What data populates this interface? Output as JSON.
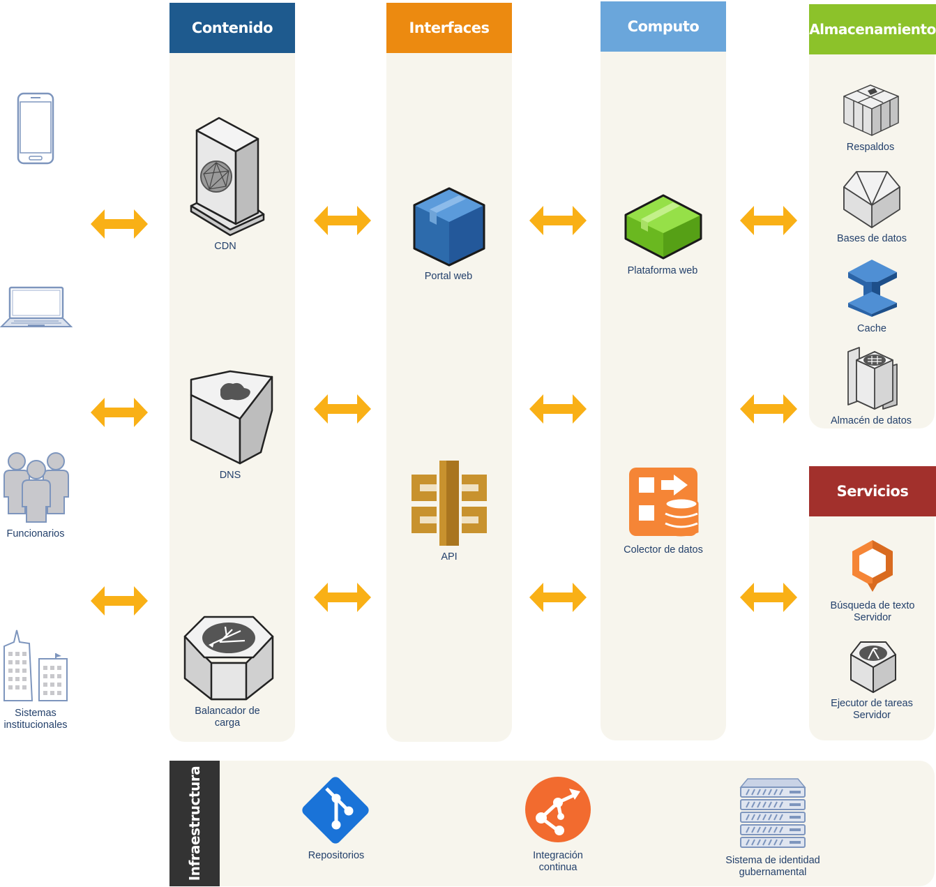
{
  "columns": {
    "contenido": {
      "title": "Contenido",
      "color": "#1e5a8e"
    },
    "interfaces": {
      "title": "Interfaces",
      "color": "#ec8a10"
    },
    "computo": {
      "title": "Computo",
      "color": "#6aa6db"
    },
    "almacenamiento": {
      "title": "Almacenamiento",
      "color": "#8cc22a"
    },
    "servicios": {
      "title": "Servicios",
      "color": "#a2302c"
    },
    "infraestructura": {
      "title": "Infraestructura",
      "color": "#333333"
    }
  },
  "clients": {
    "mobile": {
      "icon": "mobile-phone-icon"
    },
    "laptop": {
      "icon": "laptop-icon"
    },
    "funcionarios": {
      "label": "Funcionarios",
      "icon": "users-icon"
    },
    "sistemas": {
      "label": "Sistemas\ninstitucionales",
      "icon": "buildings-icon"
    }
  },
  "nodes": {
    "cdn": {
      "label": "CDN",
      "icon": "cdn-server-icon"
    },
    "dns": {
      "label": "DNS",
      "icon": "dns-icon"
    },
    "balancador": {
      "label": "Balancador de\ncarga",
      "icon": "load-balancer-icon"
    },
    "portal": {
      "label": "Portal web",
      "icon": "blue-box-icon"
    },
    "api": {
      "label": "API",
      "icon": "api-gateway-icon"
    },
    "plataforma": {
      "label": "Plataforma web",
      "icon": "green-box-icon"
    },
    "colector": {
      "label": "Colector de datos",
      "icon": "data-collector-icon"
    },
    "respaldos": {
      "label": "Respaldos",
      "icon": "backup-icon"
    },
    "bases": {
      "label": "Bases de datos",
      "icon": "database-icon"
    },
    "cache": {
      "label": "Cache",
      "icon": "cache-icon"
    },
    "almacen": {
      "label": "Almacén de datos",
      "icon": "data-warehouse-icon"
    },
    "busqueda": {
      "label": "Búsqueda de texto\nServidor",
      "icon": "search-server-icon"
    },
    "ejecutor": {
      "label": "Ejecutor de tareas\nServidor",
      "icon": "task-runner-icon"
    },
    "repositorios": {
      "label": "Repositorios",
      "icon": "git-icon"
    },
    "integracion": {
      "label": "Integración\ncontinua",
      "icon": "ci-icon"
    },
    "identidad": {
      "label": "Sistema de identidad\ngubernamental",
      "icon": "server-rack-icon"
    }
  },
  "colors": {
    "arrow": "#f9b016",
    "label": "#23406b",
    "column_bg": "#f7f5ed"
  }
}
